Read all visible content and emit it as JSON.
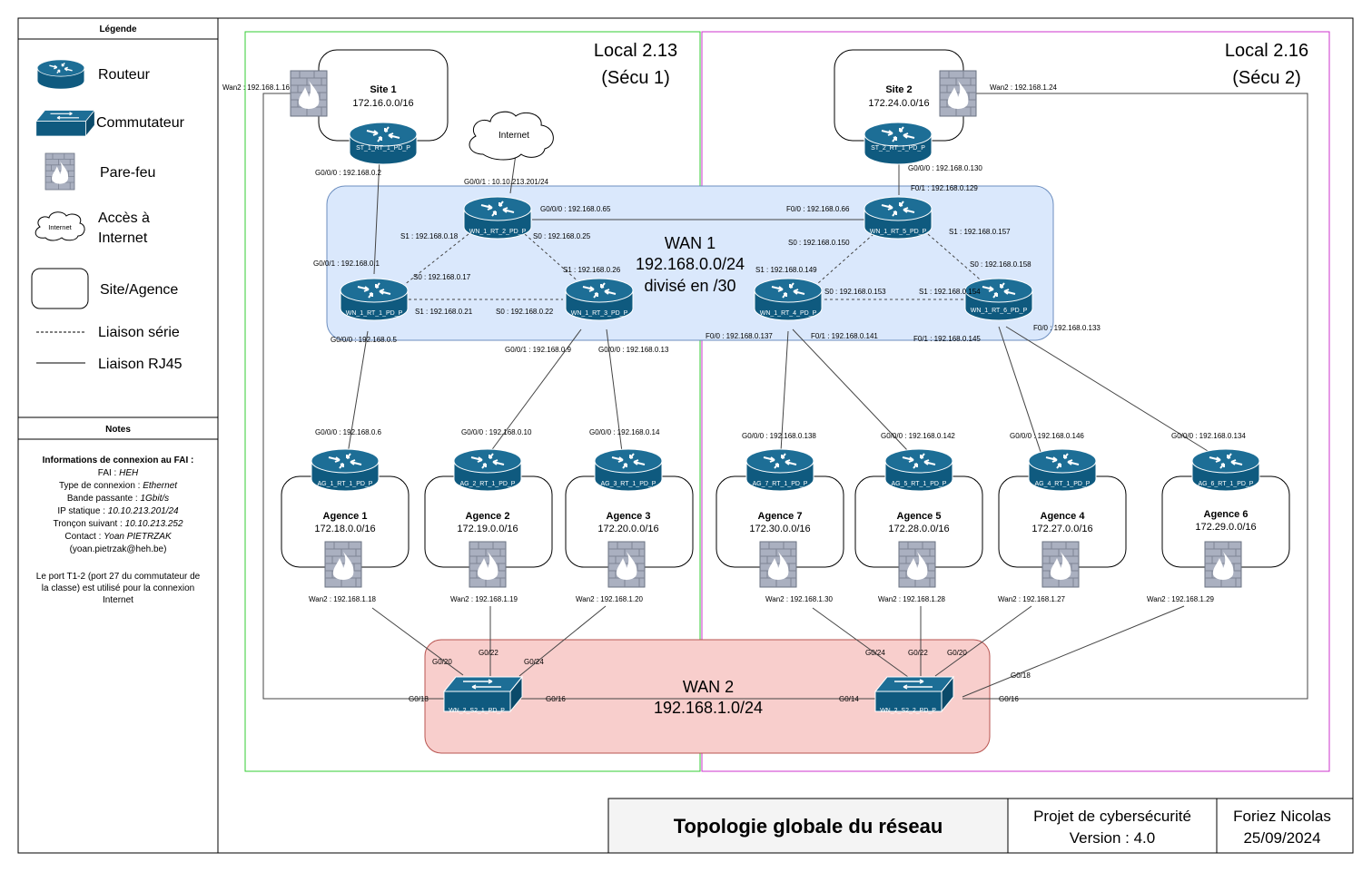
{
  "legend": {
    "title": "Légende",
    "items": {
      "router": "Routeur",
      "switch": "Commutateur",
      "firewall": "Pare-feu",
      "internet": "Accès à Internet",
      "internet_line1": "Accès à",
      "internet_line2": "Internet",
      "site": "Site/Agence",
      "serial": "Liaison série",
      "rj45": "Liaison RJ45"
    },
    "internet_icon_text": "Internet"
  },
  "notes": {
    "title": "Notes",
    "heading": "Informations de connexion au FAI :",
    "lines": [
      {
        "label": "FAI : ",
        "value": "HEH"
      },
      {
        "label": "Type de connexion : ",
        "value": "Ethernet"
      },
      {
        "label": "Bande passante : ",
        "value": "1Gbit/s"
      },
      {
        "label": "IP statique : ",
        "value": "10.10.213.201/24"
      },
      {
        "label": "Tronçon suivant : ",
        "value": "10.10.213.252"
      },
      {
        "label": "Contact : ",
        "value": "Yoan PIETRZAK"
      }
    ],
    "email": "(yoan.pietrzak@heh.be)",
    "port_note": [
      "Le port T1-2 (port 27 du commutateur de",
      "la classe) est utilisé pour la connexion",
      "Internet"
    ]
  },
  "zones": {
    "local1": {
      "line1": "Local 2.13",
      "line2": "(Sécu 1)"
    },
    "local2": {
      "line1": "Local 2.16",
      "line2": "(Sécu 2)"
    },
    "colors": {
      "local1": "#33cc33",
      "local2": "#cc33cc",
      "wan1_fill": "#dae8fc",
      "wan1_stroke": "#6c8ebf",
      "wan2_fill": "#f8cecc",
      "wan2_stroke": "#b85450",
      "device": "#0f5a7f"
    }
  },
  "wan1": {
    "line1": "WAN 1",
    "line2": "192.168.0.0/24",
    "line3": "divisé en /30"
  },
  "wan2": {
    "line1": "WAN 2",
    "line2": "192.168.1.0/24"
  },
  "internet_cloud": "Internet",
  "sites": {
    "site1": {
      "name": "Site 1",
      "net": "172.16.0.0/16"
    },
    "site2": {
      "name": "Site 2",
      "net": "172.24.0.0/16"
    },
    "ag1": {
      "name": "Agence 1",
      "net": "172.18.0.0/16"
    },
    "ag2": {
      "name": "Agence 2",
      "net": "172.19.0.0/16"
    },
    "ag3": {
      "name": "Agence 3",
      "net": "172.20.0.0/16"
    },
    "ag7": {
      "name": "Agence 7",
      "net": "172.30.0.0/16"
    },
    "ag5": {
      "name": "Agence 5",
      "net": "172.28.0.0/16"
    },
    "ag4": {
      "name": "Agence 4",
      "net": "172.27.0.0/16"
    },
    "ag6": {
      "name": "Agence 6",
      "net": "172.29.0.0/16"
    }
  },
  "devices": {
    "st1": "ST_1_RT_1_PD_P",
    "st2": "ST_2_RT_1_PD_P",
    "wn1": "WN_1_RT_1_PD_P",
    "wn2": "WN_1_RT_2_PD_P",
    "wn3": "WN_1_RT_3_PD_P",
    "wn4": "WN_1_RT_4_PD_P",
    "wn5": "WN_1_RT_5_PD_P",
    "wn6": "WN_1_RT_6_PD_P",
    "ag1": "AG_1_RT_1_PD_P",
    "ag2": "AG_2_RT_1_PD_P",
    "ag3": "AG_3_RT_1_PD_P",
    "ag7": "AG_7_RT_1_PD_P",
    "ag5": "AG_5_RT_1_PD_P",
    "ag4": "AG_4_RT_1_PD_P",
    "ag6": "AG_6_RT_1_PD_P",
    "sw1": "WN_2_S2_1_PD_P",
    "sw2": "WN_2_S2_2_PD_P"
  },
  "ifaces": {
    "st1_wan2": "Wan2 :  192.168.1.16",
    "st2_wan2": "Wan2 :  192.168.1.24",
    "st1_g000": "G0/0/0 : 192.168.0.2",
    "st2_g000": "G0/0/0 : 192.168.0.130",
    "wn2_g001": "G0/0/1 : 10.10.213.201/24",
    "wn2_g000": "G0/0/0 : 192.168.0.65",
    "wn5_f00": "F0/0 : 192.168.0.66",
    "wn5_f01": "F0/1 : 192.168.0.129",
    "wn2_s1": "S1 : 192.168.0.18",
    "wn2_s0": "S0 : 192.168.0.25",
    "wn5_s0": "S0 : 192.168.0.150",
    "wn5_s1": "S1 : 192.168.0.157",
    "wn1_g001": "G0/0/1 : 192.168.0.1",
    "wn1_s0": "S0 : 192.168.0.17",
    "wn3_s1": "S1 : 192.168.0.26",
    "wn4_s1": "S1 : 192.168.0.149",
    "wn6_s0": "S0 : 192.168.0.158",
    "wn1_s1": "S1 : 192.168.0.21",
    "wn3_s0": "S0 : 192.168.0.22",
    "wn4_s0": "S0 : 192.168.0.153",
    "wn6_s1": "S1 : 192.168.0.154",
    "wn1_g000": "G0/0/0 : 192.168.0.5",
    "wn6_f00": "F0/0 : 192.168.0.133",
    "wn3_g001": "G0/0/1 : 192.168.0.9",
    "wn3_g000": "G0/0/0 : 192.168.0.13",
    "wn4_f00": "F0/0 : 192.168.0.137",
    "wn4_f01": "F0/1 : 192.168.0.141",
    "wn6_f01": "F0/1 : 192.168.0.145",
    "ag1_g000": "G0/0/0 : 192.168.0.6",
    "ag2_g000": "G0/0/0 : 192.168.0.10",
    "ag3_g000": "G0/0/0 : 192.168.0.14",
    "ag7_g000": "G0/0/0 : 192.168.0.138",
    "ag5_g000": "G0/0/0 : 192.168.0.142",
    "ag4_g000": "G0/0/0 : 192.168.0.146",
    "ag6_g000": "G0/0/0 : 192.168.0.134",
    "ag1_wan2": "Wan2 :  192.168.1.18",
    "ag2_wan2": "Wan2 :  192.168.1.19",
    "ag3_wan2": "Wan2 :  192.168.1.20",
    "ag7_wan2": "Wan2 :  192.168.1.30",
    "ag5_wan2": "Wan2 :  192.168.1.28",
    "ag4_wan2": "Wan2 :  192.168.1.27",
    "ag6_wan2": "Wan2 :  192.168.1.29",
    "sw1_g020": "G0/20",
    "sw1_g022": "G0/22",
    "sw1_g024": "G0/24",
    "sw1_g018": "G0/18",
    "sw1_g016": "G0/16",
    "sw2_g024": "G0/24",
    "sw2_g022": "G0/22",
    "sw2_g020": "G0/20",
    "sw2_g018": "G0/18",
    "sw2_g014": "G0/14",
    "sw2_g016": "G0/16"
  },
  "title_block": {
    "title": "Topologie globale du réseau",
    "project": "Projet de cybersécurité",
    "version": "Version : 4.0",
    "author": "Foriez Nicolas",
    "date": "25/09/2024"
  }
}
